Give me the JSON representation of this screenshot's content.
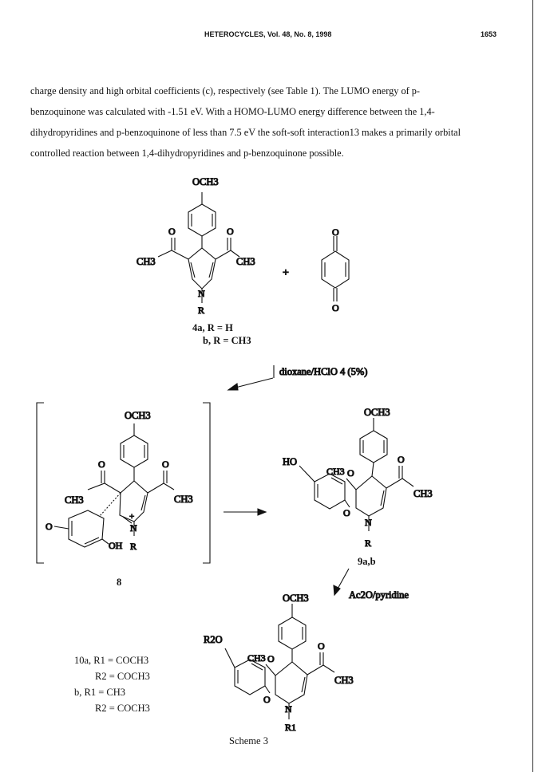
{
  "header": {
    "journal": "HETEROCYCLES, Vol. 48, No. 8, 1998",
    "page_number": "1653"
  },
  "paragraph": {
    "lines": [
      "charge density and high orbital coefficients (c), respectively (see Table 1). The LUMO energy of p-",
      "benzoquinone was calculated with -1.51 eV. With a HOMO-LUMO energy difference between the 1,4-",
      "dihydropyridines and p-benzoquinone of less than 7.5 eV the soft-soft interaction13 makes a primarily orbital",
      "controlled reaction between 1,4-dihydropyridines and p-benzoquinone possible."
    ]
  },
  "scheme": {
    "caption": "Scheme 3",
    "reagent_1": "dioxane/HClO 4 (5%)",
    "reagent_2": "Ac2O/pyridine",
    "plus": "+",
    "compound_4": {
      "a": "4a, R = H",
      "b": "b, R = CH3"
    },
    "compound_8": "8",
    "compound_9": "9a,b",
    "compound_10": {
      "a1": "10a, R1 = COCH3",
      "a2": "R2 = COCH3",
      "b1": "b, R1 = CH3",
      "b2": "R2 = COCH3"
    },
    "atoms": {
      "och3": "OCH3",
      "ch3": "CH3",
      "o": "O",
      "n": "N",
      "r": "R",
      "ho": "HO",
      "oh": "OH",
      "r1": "R1",
      "r2o": "R2O",
      "plus_charge": "+"
    }
  }
}
